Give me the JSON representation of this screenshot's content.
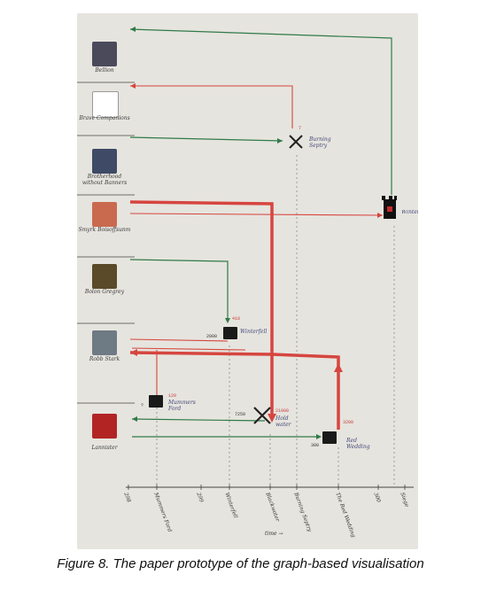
{
  "figure": {
    "caption": "Figure 8. The paper prototype of the graph-based visualisation"
  },
  "characters": [
    {
      "name": "Bellion",
      "color": "#4a4a5a"
    },
    {
      "name": "Brave Companions",
      "color": "#ffffff"
    },
    {
      "name": "Brotherhood without Banners",
      "color": "#3f4a66"
    },
    {
      "name": "Smyrk Boisoffsunm",
      "color": "#c96a4f"
    },
    {
      "name": "Bolon Gregrey",
      "color": "#5a4a2a"
    },
    {
      "name": "Robb Stark",
      "color": "#6e7a84"
    },
    {
      "name": "Lannister",
      "color": "#b22424"
    }
  ],
  "events": [
    {
      "name": "Burning Septry",
      "number": "7"
    },
    {
      "name": "Winterfell",
      "number": "418"
    },
    {
      "name": "Mummers Ford",
      "number": "120"
    },
    {
      "name": "Hold water",
      "number": "21000"
    },
    {
      "name": "Red Wedding",
      "number": "3200"
    }
  ],
  "small_numbers": [
    "2000",
    "7250",
    "300",
    "?"
  ],
  "castle_label": "Winter",
  "time_ticks": [
    "298",
    "Mummers Ford",
    "299",
    "Winterfell",
    "Blackwater",
    "Burning Septry",
    "The Red Wedding",
    "300",
    "Siege"
  ],
  "axis_label": "time →",
  "colors": {
    "green": "#2f7a48",
    "red": "#d6453f",
    "paper": "#e6e4de"
  }
}
